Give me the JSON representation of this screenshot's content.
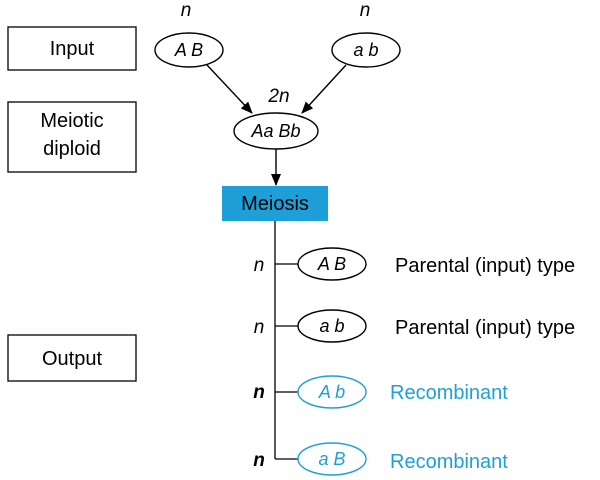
{
  "stages": {
    "input": "Input",
    "meiotic_diploid": [
      "Meiotic",
      "diploid"
    ],
    "output": "Output"
  },
  "parents": [
    {
      "ploidy": "n",
      "genotype": "A B"
    },
    {
      "ploidy": "n",
      "genotype": "a b"
    }
  ],
  "diploid": {
    "ploidy": "2n",
    "genotype": "Aa Bb"
  },
  "process": {
    "label": "Meiosis"
  },
  "products": [
    {
      "ploidy": "n",
      "genotype": "A B",
      "type": "Parental (input) type",
      "recombinant": false
    },
    {
      "ploidy": "n",
      "genotype": "a b",
      "type": "Parental (input) type",
      "recombinant": false
    },
    {
      "ploidy": "n",
      "genotype": "A b",
      "type": "Recombinant",
      "recombinant": true
    },
    {
      "ploidy": "n",
      "genotype": "a B",
      "type": "Recombinant",
      "recombinant": true
    }
  ],
  "colors": {
    "accent": "#1e9fd8",
    "ink": "#000000",
    "background": "#ffffff"
  }
}
